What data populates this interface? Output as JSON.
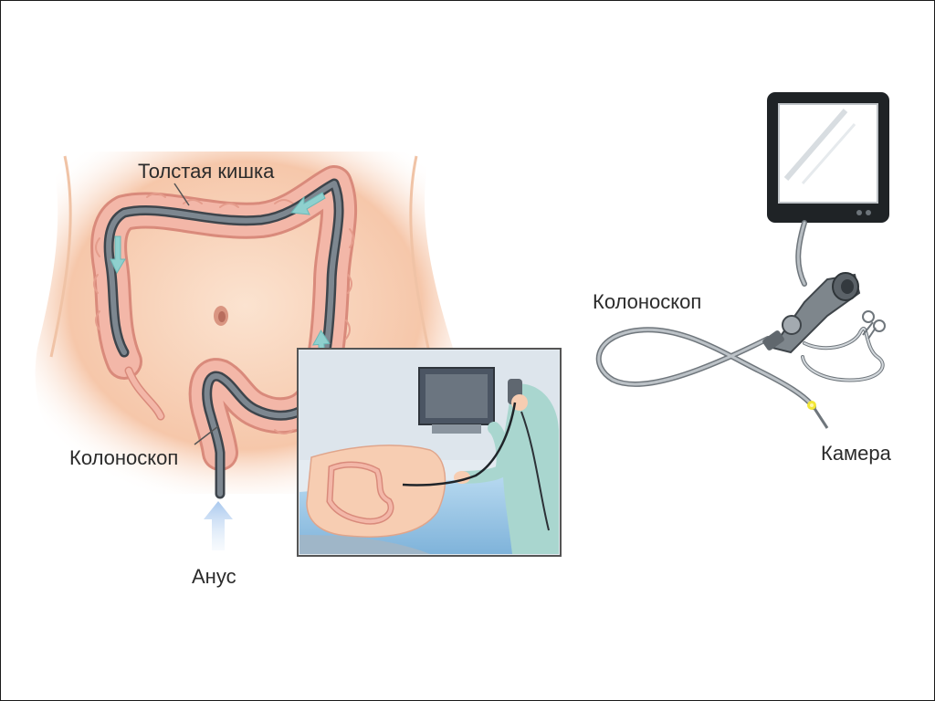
{
  "labels": {
    "colon": "Толстая кишка",
    "colonoscope_left": "Колоноскоп",
    "anus": "Анус",
    "colonoscope_right": "Колоноскоп",
    "camera": "Камера"
  },
  "colors": {
    "skin": "#f6c9ad",
    "colon_fill": "#f3b7a8",
    "colon_outline": "#d98a7b",
    "scope": "#5f6770",
    "arrow": "#8fd0ce",
    "anus_arrow": "#bcd5f0",
    "drape": "#9dc8e8",
    "camera_tip": "#f2e637"
  }
}
